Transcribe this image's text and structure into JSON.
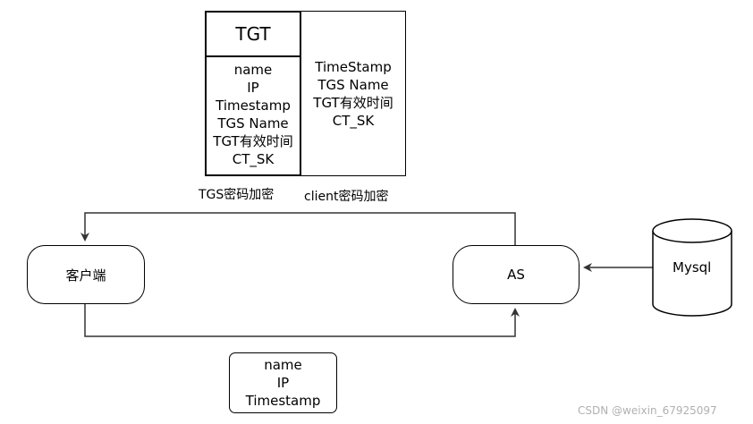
{
  "tgt_box": {
    "title": "TGT",
    "fields": [
      "name",
      "IP",
      "Timestamp",
      "TGS Name",
      "TGT有效时间",
      "CT_SK"
    ],
    "caption": "TGS密码加密"
  },
  "client_box": {
    "fields": [
      "TimeStamp",
      "TGS Name",
      "TGT有效时间",
      "CT_SK"
    ],
    "caption": "client密码加密"
  },
  "client_node": {
    "label": "客户端"
  },
  "as_node": {
    "label": "AS"
  },
  "db_node": {
    "label": "Mysql"
  },
  "request_box": {
    "fields": [
      "name",
      "IP",
      "Timestamp"
    ]
  },
  "watermark": "CSDN @weixin_67925097",
  "colors": {
    "stroke": "#000000",
    "line": "#333333",
    "text": "#000000",
    "watermark": "#b0b0b0"
  }
}
